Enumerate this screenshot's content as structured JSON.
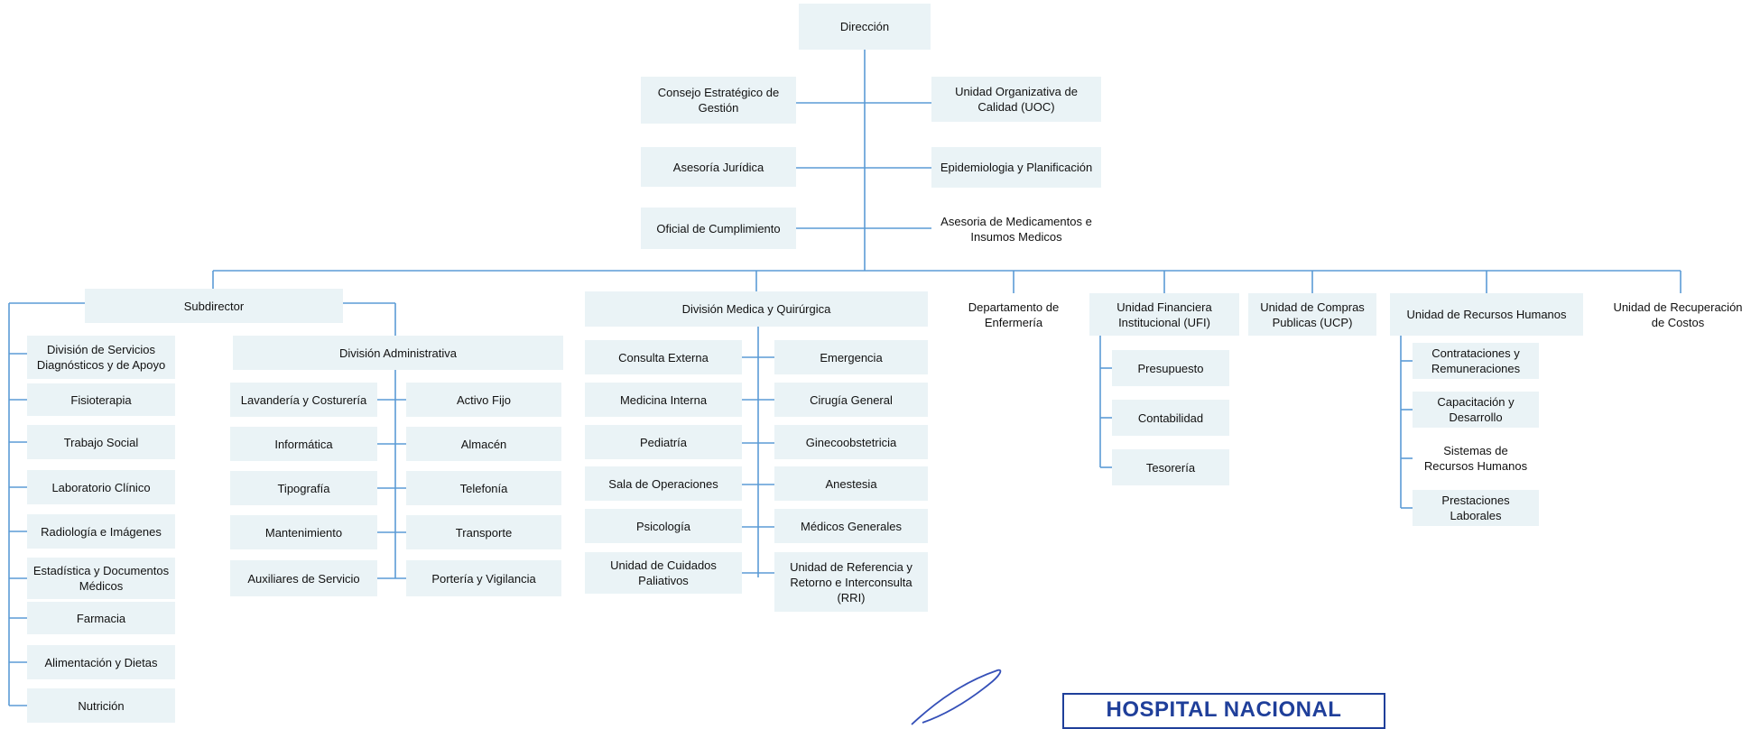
{
  "nodes": {
    "direccion": "Dirección",
    "consejo": "Consejo Estratégico de Gestión",
    "uoc": "Unidad Organizativa de Calidad (UOC)",
    "asesoria_juridica": "Asesoría Jurídica",
    "epidemiologia": "Epidemiologia y Planificación",
    "oficial_cumplimiento": "Oficial de Cumplimiento",
    "asesoria_medicamentos": "Asesoria de Medicamentos e Insumos Medicos",
    "subdirector": "Subdirector",
    "div_servicios": "División de Servicios Diagnósticos y de Apoyo",
    "fisioterapia": "Fisioterapia",
    "trabajo_social": "Trabajo Social",
    "laboratorio": "Laboratorio Clínico",
    "radiologia": "Radiología e Imágenes",
    "estadistica": "Estadística y Documentos Médicos",
    "farmacia": "Farmacia",
    "alimentacion": "Alimentación y Dietas",
    "nutricion": "Nutrición",
    "div_administrativa": "División Administrativa",
    "lavanderia": "Lavandería y Costurería",
    "informatica": "Informática",
    "tipografia": "Tipografía",
    "mantenimiento": "Mantenimiento",
    "auxiliares": "Auxiliares de Servicio",
    "activo_fijo": "Activo Fijo",
    "almacen": "Almacén",
    "telefonia": "Telefonía",
    "transporte": "Transporte",
    "porteria": "Portería y Vigilancia",
    "div_medica": "División Medica y Quirúrgica",
    "consulta_externa": "Consulta Externa",
    "medicina_interna": "Medicina Interna",
    "pediatria": "Pediatría",
    "sala_operaciones": "Sala de Operaciones",
    "psicologia": "Psicología",
    "cuidados_paliativos": "Unidad de Cuidados Paliativos",
    "emergencia": "Emergencia",
    "cirugia_general": "Cirugía General",
    "ginecoobstetricia": "Ginecoobstetricia",
    "anestesia": "Anestesia",
    "medicos_generales": "Médicos Generales",
    "rri": "Unidad de Referencia y Retorno e Interconsulta (RRI)",
    "enfermeria": "Departamento de Enfermería",
    "ufi": "Unidad Financiera Institucional (UFI)",
    "presupuesto": "Presupuesto",
    "contabilidad": "Contabilidad",
    "tesoreria": "Tesorería",
    "ucp": "Unidad de Compras Publicas (UCP)",
    "rrhh": "Unidad de Recursos Humanos",
    "contrataciones": "Contrataciones y Remuneraciones",
    "capacitacion": "Capacitación y Desarrollo",
    "sistemas_rrhh": "Sistemas de Recursos Humanos",
    "prestaciones": "Prestaciones Laborales",
    "recuperacion": "Unidad de Recuperación de Costos"
  },
  "stamp": {
    "text": "HOSPITAL NACIONAL"
  },
  "colors": {
    "box_fill": "#eaf3f6",
    "connector": "#5b9bd5",
    "stamp": "#1f3f9a"
  }
}
